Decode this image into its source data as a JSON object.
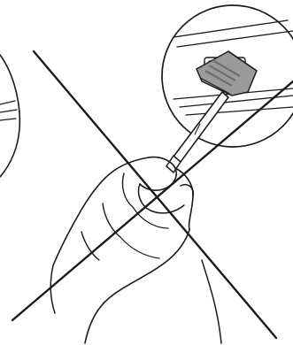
{
  "diagram": {
    "kind": "prohibition-illustration",
    "prohibition_mark": "x-mark",
    "depicts": [
      "hand",
      "scraper-tool",
      "detail-circle",
      "connector"
    ]
  },
  "colors": {
    "ink": "#1a1a1a",
    "background": "#ffffff",
    "connector_fill": "#9a9a9a",
    "connector_shadow": "#6f6f6f"
  }
}
